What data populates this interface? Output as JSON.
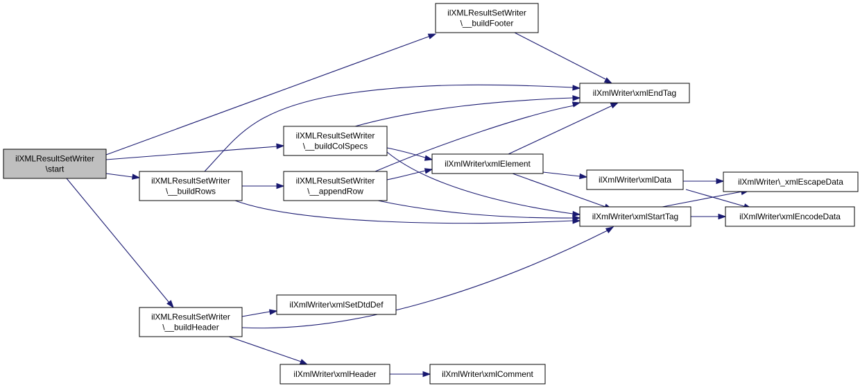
{
  "graph": {
    "edge_color": "#191970",
    "active_fill": "#bfbfbf",
    "nodes": [
      {
        "id": "start",
        "lines": [
          "ilXMLResultSetWriter",
          "\\start"
        ],
        "active": true
      },
      {
        "id": "buildFooter",
        "lines": [
          "ilXMLResultSetWriter",
          "\\__buildFooter"
        ]
      },
      {
        "id": "xmlEndTag",
        "lines": [
          "ilXmlWriter\\xmlEndTag"
        ]
      },
      {
        "id": "buildColSpecs",
        "lines": [
          "ilXMLResultSetWriter",
          "\\__buildColSpecs"
        ]
      },
      {
        "id": "buildRows",
        "lines": [
          "ilXMLResultSetWriter",
          "\\__buildRows"
        ]
      },
      {
        "id": "appendRow",
        "lines": [
          "ilXMLResultSetWriter",
          "\\__appendRow"
        ]
      },
      {
        "id": "xmlElement",
        "lines": [
          "ilXmlWriter\\xmlElement"
        ]
      },
      {
        "id": "xmlData",
        "lines": [
          "ilXmlWriter\\xmlData"
        ]
      },
      {
        "id": "xmlEscapeData",
        "lines": [
          "ilXmlWriter\\_xmlEscapeData"
        ]
      },
      {
        "id": "xmlStartTag",
        "lines": [
          "ilXmlWriter\\xmlStartTag"
        ]
      },
      {
        "id": "xmlEncodeData",
        "lines": [
          "ilXmlWriter\\xmlEncodeData"
        ]
      },
      {
        "id": "buildHeader",
        "lines": [
          "ilXMLResultSetWriter",
          "\\__buildHeader"
        ]
      },
      {
        "id": "xmlSetDtdDef",
        "lines": [
          "ilXmlWriter\\xmlSetDtdDef"
        ]
      },
      {
        "id": "xmlHeader",
        "lines": [
          "ilXmlWriter\\xmlHeader"
        ]
      },
      {
        "id": "xmlComment",
        "lines": [
          "ilXmlWriter\\xmlComment"
        ]
      }
    ],
    "edges": [
      {
        "from": "start",
        "to": "buildFooter"
      },
      {
        "from": "start",
        "to": "buildColSpecs"
      },
      {
        "from": "start",
        "to": "buildRows"
      },
      {
        "from": "start",
        "to": "buildHeader"
      },
      {
        "from": "buildFooter",
        "to": "xmlEndTag"
      },
      {
        "from": "buildColSpecs",
        "to": "xmlEndTag"
      },
      {
        "from": "buildColSpecs",
        "to": "xmlElement"
      },
      {
        "from": "buildColSpecs",
        "to": "xmlStartTag"
      },
      {
        "from": "buildRows",
        "to": "xmlEndTag"
      },
      {
        "from": "buildRows",
        "to": "appendRow"
      },
      {
        "from": "buildRows",
        "to": "xmlStartTag"
      },
      {
        "from": "appendRow",
        "to": "xmlEndTag"
      },
      {
        "from": "appendRow",
        "to": "xmlElement"
      },
      {
        "from": "appendRow",
        "to": "xmlStartTag"
      },
      {
        "from": "xmlElement",
        "to": "xmlEndTag"
      },
      {
        "from": "xmlElement",
        "to": "xmlData"
      },
      {
        "from": "xmlElement",
        "to": "xmlStartTag"
      },
      {
        "from": "xmlData",
        "to": "xmlEscapeData"
      },
      {
        "from": "xmlData",
        "to": "xmlEncodeData"
      },
      {
        "from": "xmlStartTag",
        "to": "xmlEscapeData"
      },
      {
        "from": "xmlStartTag",
        "to": "xmlEncodeData"
      },
      {
        "from": "buildHeader",
        "to": "xmlSetDtdDef"
      },
      {
        "from": "buildHeader",
        "to": "xmlStartTag"
      },
      {
        "from": "buildHeader",
        "to": "xmlHeader"
      },
      {
        "from": "xmlHeader",
        "to": "xmlComment"
      }
    ]
  }
}
